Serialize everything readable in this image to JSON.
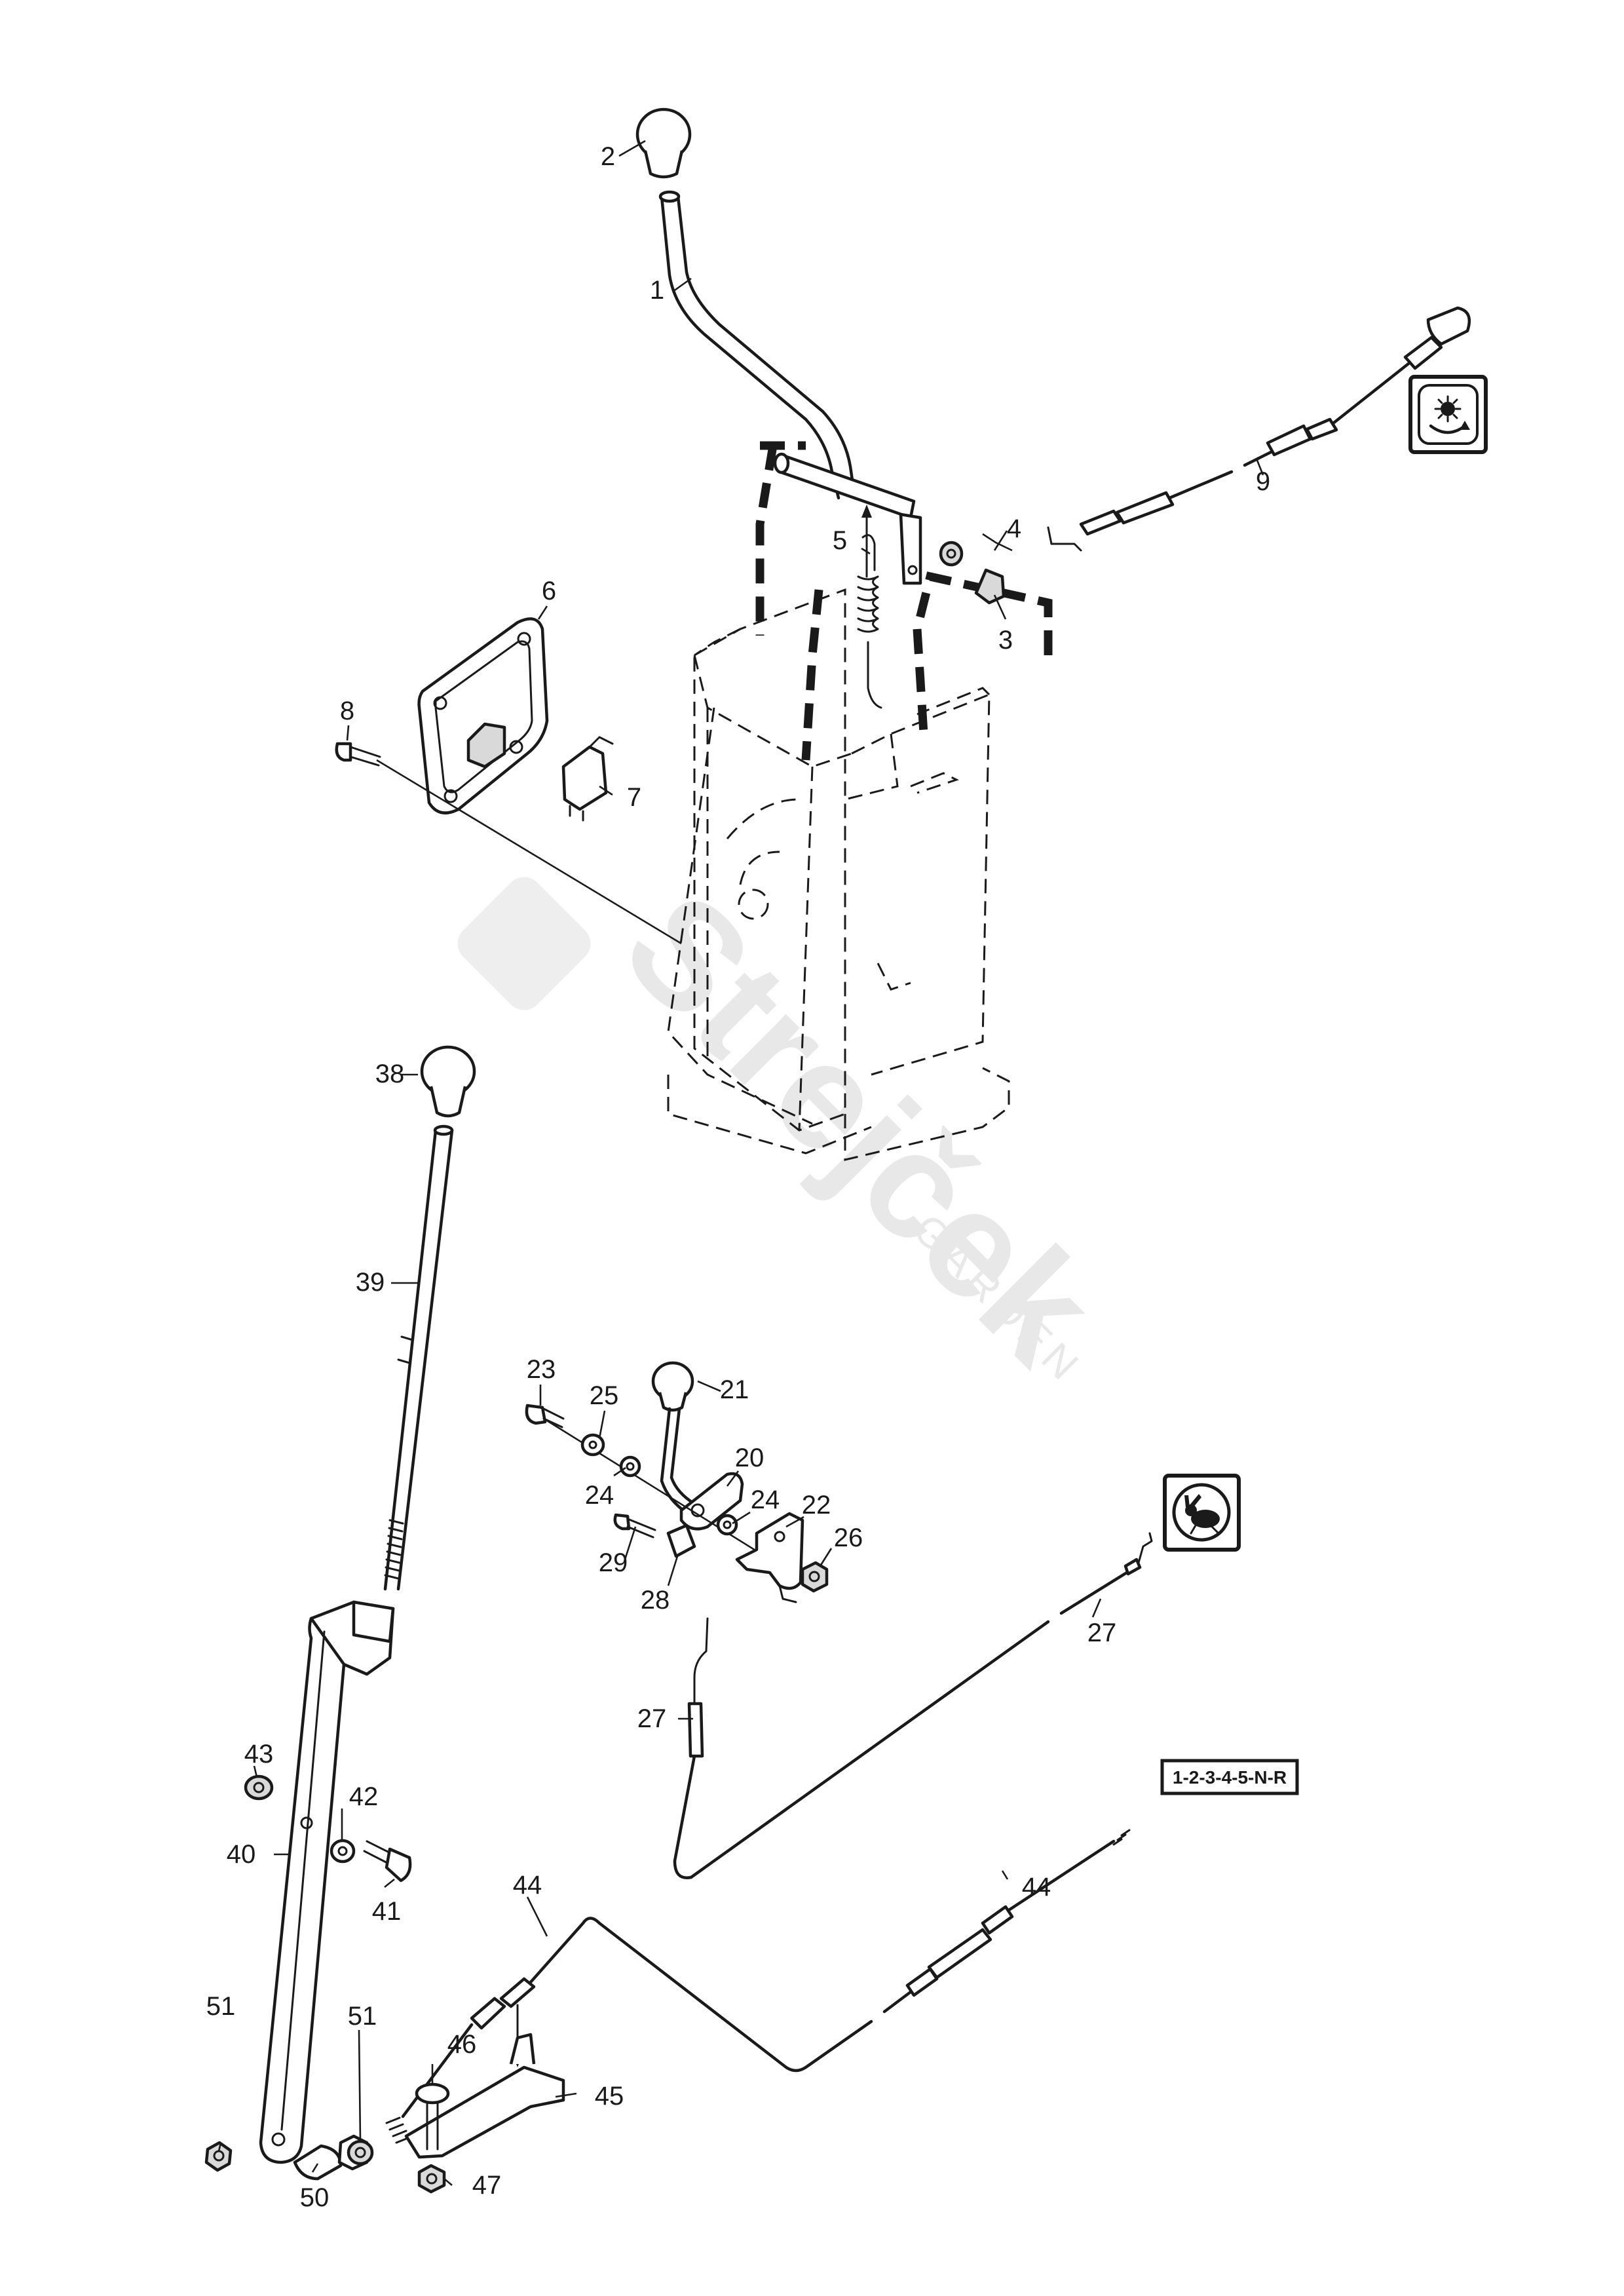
{
  "watermark": {
    "brand": "Strejček",
    "sub": "GARDEN"
  },
  "callouts": {
    "c1": "1",
    "c2": "2",
    "c3": "3",
    "c4": "4",
    "c5": "5",
    "c6": "6",
    "c7": "7",
    "c8": "8",
    "c9": "9",
    "c20": "20",
    "c21": "21",
    "c22": "22",
    "c23": "23",
    "c24a": "24",
    "c24b": "24",
    "c25": "25",
    "c26": "26",
    "c27a": "27",
    "c27b": "27",
    "c28": "28",
    "c29": "29",
    "c38": "38",
    "c39": "39",
    "c40": "40",
    "c41": "41",
    "c42": "42",
    "c43": "43",
    "c44a": "44",
    "c44b": "44",
    "c45": "45",
    "c46": "46",
    "c47": "47",
    "c50": "50",
    "c51a": "51",
    "c51b": "51"
  },
  "badges": {
    "gear_pattern": "1-2-3-4-5-N-R",
    "blade_icon": "blade-engage-icon",
    "speed_icon": "rabbit-speed-icon"
  }
}
